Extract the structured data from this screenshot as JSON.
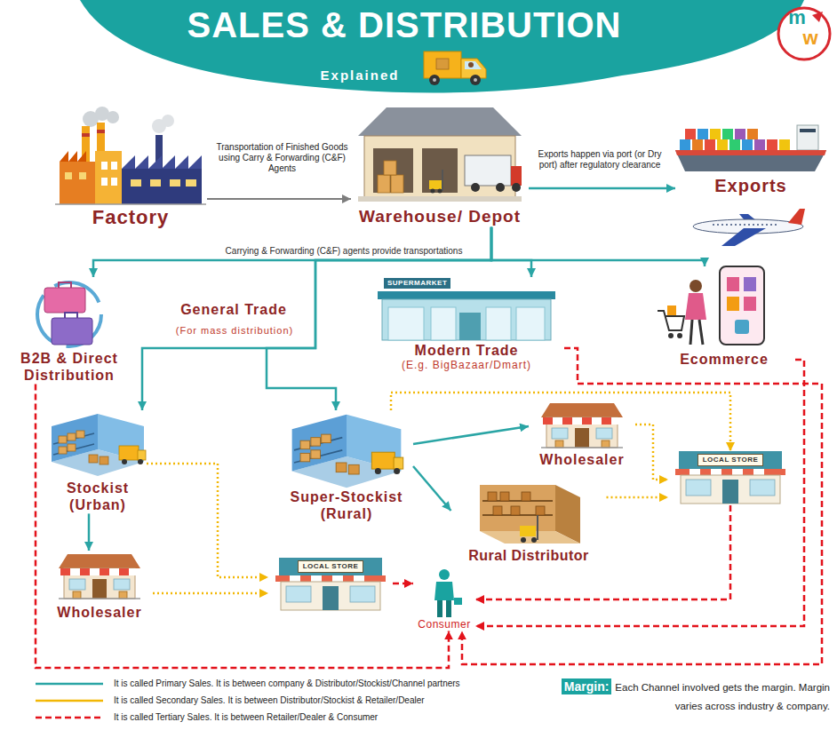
{
  "diagram": {
    "title": "SALES & DISTRIBUTION",
    "nodes": [
      {
        "text": [
          "Factory"
        ]
      },
      {
        "text": [
          "Warehouse/ Depot"
        ]
      },
      {
        "text": [
          "Exports"
        ]
      },
      {
        "text": [
          "B2B & Direct Distribution"
        ]
      },
      {
        "text": [
          "Modern Trade",
          "(E.g. BigBazaar/Dmart)"
        ]
      },
      {
        "text": [
          "Ecommerce"
        ]
      },
      {
        "text": [
          "Stockist (Urban)"
        ]
      },
      {
        "text": [
          "Super-Stockist (Rural)"
        ]
      },
      {
        "text": [
          "Wholesaler"
        ]
      },
      {
        "text": [
          "LOCAL STORE"
        ]
      },
      {
        "text": [
          "Rural Distributor"
        ]
      },
      {
        "text": [
          "Wholesaler"
        ]
      },
      {
        "text": [
          "LOCAL STORE"
        ]
      },
      {
        "text": [
          "Consumer"
        ]
      }
    ],
    "edges": [
      {
        "from": 0,
        "to": 1,
        "arrow": "to",
        "label": "Transportation of Finished Goods using Carry & Forwarding (C&F) Agents"
      },
      {
        "from": 1,
        "to": 2,
        "arrow": "to",
        "label": "Exports happen via port (or Dry port) after regulatory clearance"
      },
      {
        "from": 1,
        "to": 3,
        "arrow": "to"
      },
      {
        "from": 1,
        "to": 6,
        "arrow": "to"
      },
      {
        "from": 1,
        "to": 7,
        "arrow": "to"
      },
      {
        "from": 1,
        "to": 4,
        "arrow": "to"
      },
      {
        "from": 1,
        "to": 5,
        "arrow": "to"
      },
      {
        "from": 6,
        "to": 11,
        "arrow": "to"
      },
      {
        "from": 7,
        "to": 8,
        "arrow": "to"
      },
      {
        "from": 7,
        "to": 10,
        "arrow": "to"
      },
      {
        "from": 6,
        "to": 12,
        "arrow": "to"
      },
      {
        "from": 11,
        "to": 12,
        "arrow": "to"
      },
      {
        "from": 7,
        "to": 9,
        "arrow": "to"
      },
      {
        "from": 8,
        "to": 9,
        "arrow": "to"
      },
      {
        "from": 10,
        "to": 9,
        "arrow": "to"
      },
      {
        "from": 12,
        "to": 13,
        "arrow": "to"
      },
      {
        "from": 9,
        "to": 13,
        "arrow": "to"
      },
      {
        "from": 3,
        "to": 13,
        "arrow": "to"
      },
      {
        "from": 4,
        "to": 13,
        "arrow": "to"
      },
      {
        "from": 5,
        "to": 13,
        "arrow": "to"
      }
    ],
    "labels": [
      "Explained",
      "Carrying & Forwarding (C&F) agents provide transportations",
      "General Trade",
      "(For mass distribution)",
      "SUPERMARKET",
      "m",
      "w",
      "Margin:",
      "Each Channel involved gets the margin. Margin varies across industry & company."
    ],
    "legend": [
      {
        "text": "It is called Primary Sales. It is between company & Distributor/Stockist/Channel partners"
      },
      {
        "text": "It is called Secondary Sales. It is between Distributor/Stockist & Retailer/Dealer"
      },
      {
        "text": "It is called Tertiary Sales. It is between Retailer/Dealer & Consumer"
      }
    ]
  }
}
